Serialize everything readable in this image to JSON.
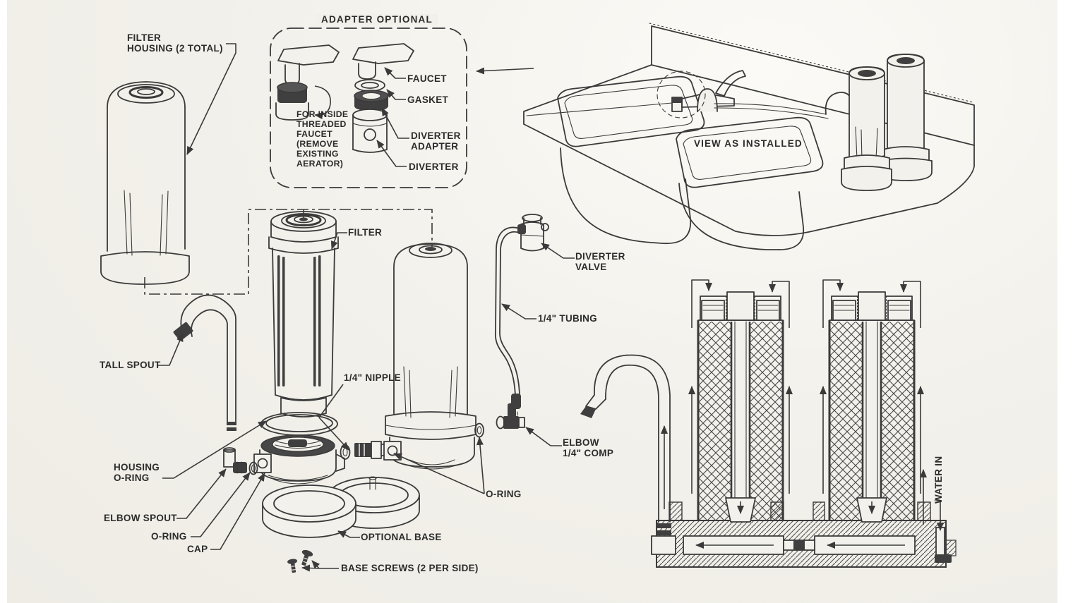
{
  "page": {
    "paper_color": "#f2f0ea",
    "ink_color": "#3a3a3a",
    "description": "Exploded-view installation diagram of a dual-cartridge countertop water filter system"
  },
  "labels": {
    "filter_housing": "FILTER\nHOUSING (2 TOTAL)",
    "adapter_title": "ADAPTER OPTIONAL",
    "adapter_note": "FOR INSIDE\nTHREADED\nFAUCET\n(REMOVE\nEXISTING\nAERATOR)",
    "faucet": "FAUCET",
    "gasket": "GASKET",
    "diverter_adapter": "DIVERTER\nADAPTER",
    "diverter": "DIVERTER",
    "view_installed": "VIEW AS INSTALLED",
    "filter": "FILTER",
    "tall_spout": "TALL SPOUT",
    "nipple": "1/4\" NIPPLE",
    "diverter_valve": "DIVERTER\nVALVE",
    "tubing": "1/4\" TUBING",
    "housing_oring": "HOUSING\nO-RING",
    "elbow_spout": "ELBOW SPOUT",
    "oring_left": "O-RING",
    "cap": "CAP",
    "optional_base": "OPTIONAL BASE",
    "base_screws": "BASE SCREWS (2 PER SIDE)",
    "oring_right": "O-RING",
    "elbow_comp": "ELBOW\n1/4\" COMP",
    "water_in": "WATER IN"
  }
}
